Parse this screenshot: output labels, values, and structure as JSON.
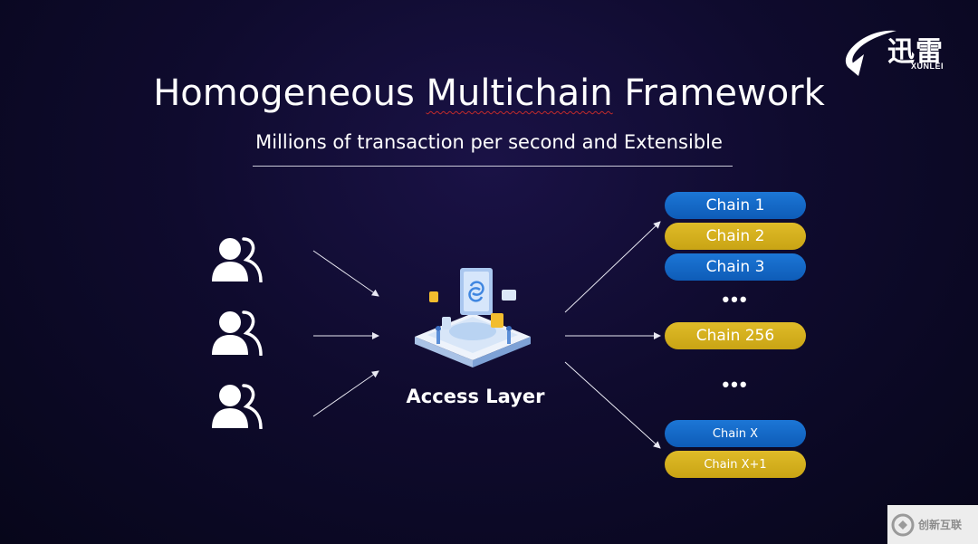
{
  "logo": {
    "name": "迅雷",
    "subtext": "XUNLEI"
  },
  "title": {
    "part1": "Homogeneous ",
    "part2": "Multichain",
    "part3": " Framework"
  },
  "subtitle": "Millions of transaction per second and Extensible",
  "users": [
    {
      "icon": "users-icon"
    },
    {
      "icon": "users-icon"
    },
    {
      "icon": "users-icon"
    }
  ],
  "access_layer": {
    "label": "Access Layer",
    "icon": "server-platform-icon"
  },
  "chains": [
    {
      "label": "Chain 1",
      "color": "#1566c8"
    },
    {
      "label": "Chain 2",
      "color": "#d6b11e"
    },
    {
      "label": "Chain 3",
      "color": "#1566c8"
    },
    {
      "label": "Chain 256",
      "color": "#d6b11e"
    },
    {
      "label": "Chain X",
      "color": "#1566c8"
    },
    {
      "label": "Chain X+1",
      "color": "#d6b11e"
    }
  ],
  "ellipsis": [
    "•••",
    "•••"
  ],
  "watermark": {
    "text": "创新互联"
  },
  "colors": {
    "background": "#0f0b2e",
    "chain_blue": "#1566c8",
    "chain_gold": "#d6b11e",
    "accent": "#ffffff"
  }
}
